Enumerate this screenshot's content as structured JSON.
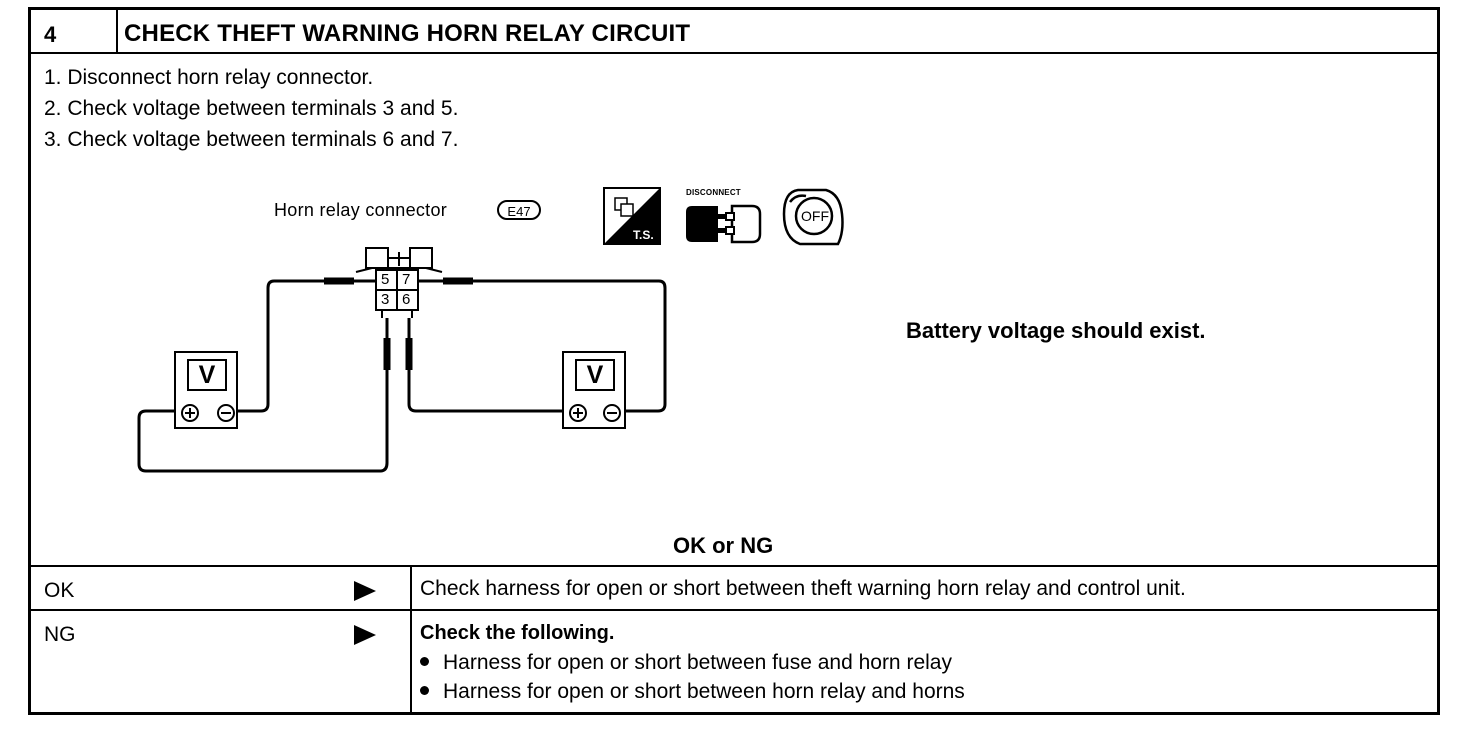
{
  "step": {
    "number": "4",
    "title": "CHECK THEFT WARNING HORN RELAY CIRCUIT"
  },
  "instructions": [
    "1.  Disconnect horn relay connector.",
    "2.  Check voltage between terminals 3 and 5.",
    "3.  Check voltage between terminals 6 and 7."
  ],
  "diagram": {
    "connector_label": "Horn relay connector",
    "connector_code": "E47",
    "terminals_top": [
      "5",
      "7"
    ],
    "terminals_bottom": [
      "3",
      "6"
    ],
    "meter_symbol": "V",
    "icons": [
      "ts-icon",
      "disconnect-icon",
      "ignition-off-icon"
    ],
    "disconnect_label": "DISCONNECT",
    "ts_label": "T.S.",
    "off_label": "OFF"
  },
  "spec": "Battery voltage should exist.",
  "decision": "OK or NG",
  "results": [
    {
      "label": "OK",
      "text": "Check harness for open or short between theft warning horn relay and control unit."
    },
    {
      "label": "NG",
      "heading": "Check the following.",
      "bullets": [
        "Harness for open or short between fuse and horn relay",
        "Harness for open or short between horn relay and horns"
      ]
    }
  ]
}
